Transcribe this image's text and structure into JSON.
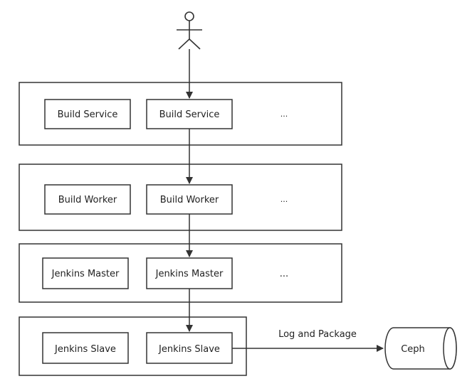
{
  "diagram": {
    "layers": [
      {
        "nodes": [
          "Build Service",
          "Build Service"
        ],
        "ellipsis": "..."
      },
      {
        "nodes": [
          "Build Worker",
          "Build Worker"
        ],
        "ellipsis": "..."
      },
      {
        "nodes": [
          "Jenkins Master",
          "Jenkins Master"
        ],
        "ellipsis": "..."
      },
      {
        "nodes": [
          "Jenkins Slave",
          "Jenkins Slave"
        ]
      }
    ],
    "edge_label": "Log and Package",
    "storage": "Ceph",
    "icons": {
      "user": "stick-figure-icon",
      "storage": "cylinder-icon"
    },
    "colors": {
      "stroke": "#333333",
      "background": "#ffffff"
    }
  }
}
